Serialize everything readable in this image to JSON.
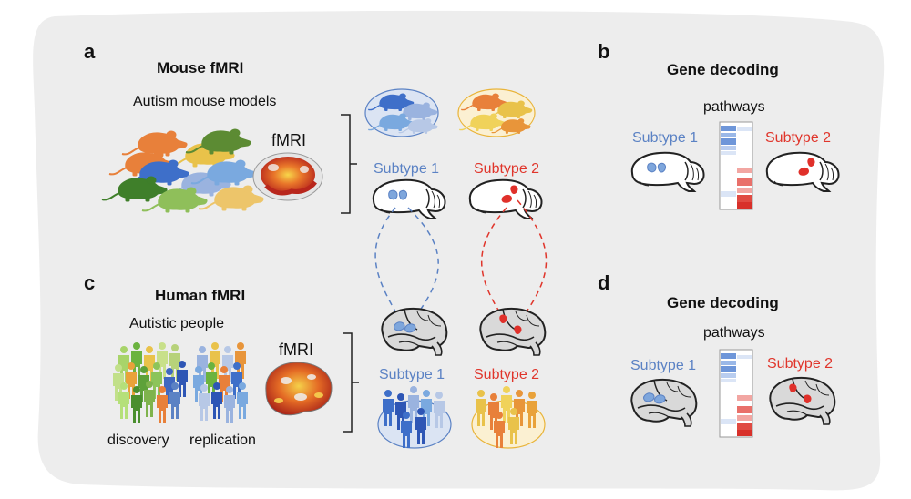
{
  "panels": {
    "a": {
      "letter": "a",
      "title": "Mouse fMRI",
      "subtitle": "Autism mouse models",
      "fmri_label": "fMRI",
      "subtype1": "Subtype 1",
      "subtype2": "Subtype 2"
    },
    "b": {
      "letter": "b",
      "title": "Gene decoding",
      "pathways": "pathways",
      "subtype1": "Subtype 1",
      "subtype2": "Subtype 2"
    },
    "c": {
      "letter": "c",
      "title": "Human fMRI",
      "subtitle": "Autistic people",
      "fmri_label": "fMRI",
      "discovery": "discovery",
      "replication": "replication",
      "subtype1": "Subtype 1",
      "subtype2": "Subtype 2"
    },
    "d": {
      "letter": "d",
      "title": "Gene decoding",
      "pathways": "pathways",
      "subtype1": "Subtype 1",
      "subtype2": "Subtype 2"
    }
  },
  "colors": {
    "background_blob": "#ededed",
    "subtype1": "#5b82c4",
    "subtype2": "#e0352b",
    "subtype1_fill": "#7ea6dc",
    "subtype2_fill": "#e0302a",
    "outline": "#222222"
  },
  "icons": [
    "mouse-icon",
    "brain-icon",
    "person-icon"
  ]
}
